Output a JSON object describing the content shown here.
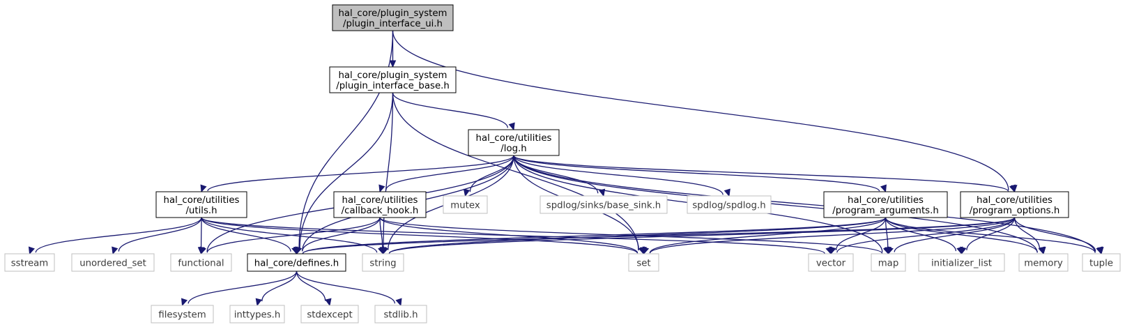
{
  "graph": {
    "nodes": [
      {
        "id": "plugin_interface_ui",
        "kind": "main",
        "lines": [
          "hal_core/plugin_system",
          "/plugin_interface_ui.h"
        ]
      },
      {
        "id": "plugin_interface_base",
        "kind": "internal",
        "lines": [
          "hal_core/plugin_system",
          "/plugin_interface_base.h"
        ]
      },
      {
        "id": "log",
        "kind": "internal",
        "lines": [
          "hal_core/utilities",
          "/log.h"
        ]
      },
      {
        "id": "utils",
        "kind": "internal",
        "lines": [
          "hal_core/utilities",
          "/utils.h"
        ]
      },
      {
        "id": "callback_hook",
        "kind": "internal",
        "lines": [
          "hal_core/utilities",
          "/callback_hook.h"
        ]
      },
      {
        "id": "mutex",
        "kind": "external",
        "lines": [
          "mutex"
        ]
      },
      {
        "id": "base_sink",
        "kind": "external",
        "lines": [
          "spdlog/sinks/base_sink.h"
        ]
      },
      {
        "id": "spdlog",
        "kind": "external",
        "lines": [
          "spdlog/spdlog.h"
        ]
      },
      {
        "id": "program_arguments",
        "kind": "internal",
        "lines": [
          "hal_core/utilities",
          "/program_arguments.h"
        ]
      },
      {
        "id": "program_options",
        "kind": "internal",
        "lines": [
          "hal_core/utilities",
          "/program_options.h"
        ]
      },
      {
        "id": "sstream",
        "kind": "external",
        "lines": [
          "sstream"
        ]
      },
      {
        "id": "unordered_set",
        "kind": "external",
        "lines": [
          "unordered_set"
        ]
      },
      {
        "id": "functional",
        "kind": "external",
        "lines": [
          "functional"
        ]
      },
      {
        "id": "defines",
        "kind": "internal",
        "lines": [
          "hal_core/defines.h"
        ]
      },
      {
        "id": "string",
        "kind": "external",
        "lines": [
          "string"
        ]
      },
      {
        "id": "set",
        "kind": "external",
        "lines": [
          "set"
        ]
      },
      {
        "id": "vector",
        "kind": "external",
        "lines": [
          "vector"
        ]
      },
      {
        "id": "map",
        "kind": "external",
        "lines": [
          "map"
        ]
      },
      {
        "id": "initializer_list",
        "kind": "external",
        "lines": [
          "initializer_list"
        ]
      },
      {
        "id": "memory",
        "kind": "external",
        "lines": [
          "memory"
        ]
      },
      {
        "id": "tuple",
        "kind": "external",
        "lines": [
          "tuple"
        ]
      },
      {
        "id": "filesystem",
        "kind": "external",
        "lines": [
          "filesystem"
        ]
      },
      {
        "id": "inttypes",
        "kind": "external",
        "lines": [
          "inttypes.h"
        ]
      },
      {
        "id": "stdexcept",
        "kind": "external",
        "lines": [
          "stdexcept"
        ]
      },
      {
        "id": "stdlib",
        "kind": "external",
        "lines": [
          "stdlib.h"
        ]
      }
    ],
    "edges": [
      [
        "plugin_interface_ui",
        "plugin_interface_base"
      ],
      [
        "plugin_interface_ui",
        "defines"
      ],
      [
        "plugin_interface_ui",
        "program_options"
      ],
      [
        "plugin_interface_base",
        "log"
      ],
      [
        "plugin_interface_base",
        "defines"
      ],
      [
        "plugin_interface_base",
        "string"
      ],
      [
        "plugin_interface_base",
        "set"
      ],
      [
        "log",
        "utils"
      ],
      [
        "log",
        "callback_hook"
      ],
      [
        "log",
        "mutex"
      ],
      [
        "log",
        "base_sink"
      ],
      [
        "log",
        "spdlog"
      ],
      [
        "log",
        "program_arguments"
      ],
      [
        "log",
        "program_options"
      ],
      [
        "log",
        "defines"
      ],
      [
        "log",
        "functional"
      ],
      [
        "log",
        "string"
      ],
      [
        "log",
        "set"
      ],
      [
        "log",
        "map"
      ],
      [
        "log",
        "memory"
      ],
      [
        "log",
        "tuple"
      ],
      [
        "utils",
        "sstream"
      ],
      [
        "utils",
        "unordered_set"
      ],
      [
        "utils",
        "functional"
      ],
      [
        "utils",
        "defines"
      ],
      [
        "utils",
        "string"
      ],
      [
        "utils",
        "set"
      ],
      [
        "utils",
        "vector"
      ],
      [
        "callback_hook",
        "functional"
      ],
      [
        "callback_hook",
        "defines"
      ],
      [
        "callback_hook",
        "string"
      ],
      [
        "callback_hook",
        "set"
      ],
      [
        "callback_hook",
        "map"
      ],
      [
        "program_arguments",
        "defines"
      ],
      [
        "program_arguments",
        "string"
      ],
      [
        "program_arguments",
        "set"
      ],
      [
        "program_arguments",
        "vector"
      ],
      [
        "program_arguments",
        "map"
      ],
      [
        "program_arguments",
        "initializer_list"
      ],
      [
        "program_arguments",
        "memory"
      ],
      [
        "program_arguments",
        "tuple"
      ],
      [
        "program_options",
        "defines"
      ],
      [
        "program_options",
        "string"
      ],
      [
        "program_options",
        "set"
      ],
      [
        "program_options",
        "vector"
      ],
      [
        "program_options",
        "map"
      ],
      [
        "program_options",
        "initializer_list"
      ],
      [
        "program_options",
        "memory"
      ],
      [
        "program_options",
        "tuple"
      ],
      [
        "defines",
        "filesystem"
      ],
      [
        "defines",
        "inttypes"
      ],
      [
        "defines",
        "stdexcept"
      ],
      [
        "defines",
        "stdlib"
      ]
    ]
  }
}
